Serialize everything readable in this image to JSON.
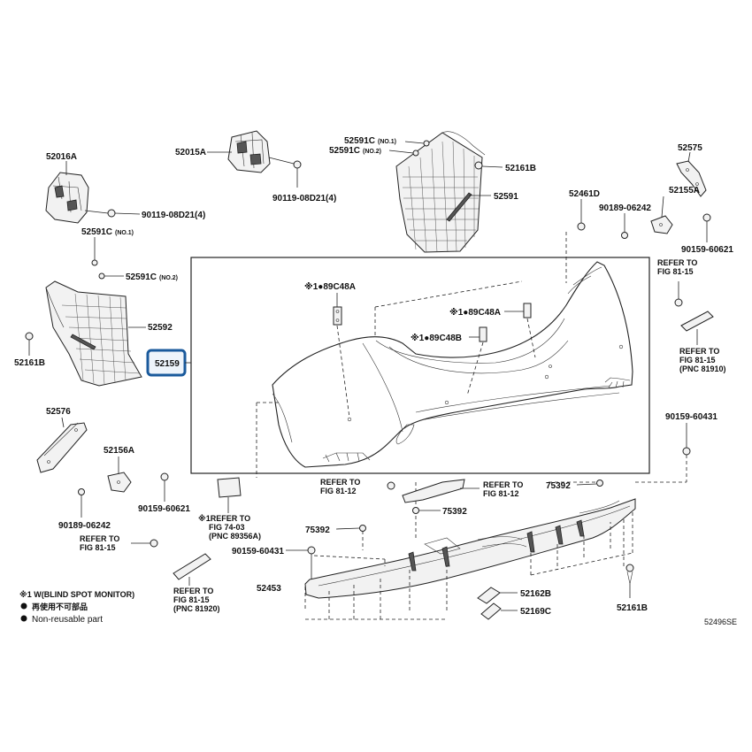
{
  "labels": {
    "p52016A": "52016A",
    "p90119a": "90119-08D21(4)",
    "p52015A": "52015A",
    "p90119b": "90119-08D21(4)",
    "p52591C_no1": "52591C",
    "p52591C_no1_note": "(NO.1)",
    "p52591C_no2": "52591C",
    "p52591C_no2_note": "(NO.2)",
    "p52591C_top1": "52591C",
    "p52591C_top1_note": "(NO.1)",
    "p52591C_top2": "52591C",
    "p52591C_top2_note": "(NO.2)",
    "p52161B_tr": "52161B",
    "p52591": "52591",
    "p52575": "52575",
    "p52461D": "52461D",
    "p90189a": "90189-06242",
    "p52155A": "52155A",
    "p90159a": "90159-60621",
    "p52592": "52592",
    "p52161B_l": "52161B",
    "p52159": "52159",
    "p89C48A_1": "※1●89C48A",
    "p89C48A_2": "※1●89C48A",
    "p89C48B": "※1●89C48B",
    "p52576": "52576",
    "p52156A": "52156A",
    "p90159b": "90159-60621",
    "p90189b": "90189-06242",
    "p90159c": "90159-60431",
    "p75392a": "75392",
    "p75392b": "75392",
    "p75392c": "75392",
    "p90159d": "90159-60431",
    "p52453": "52453",
    "p52162B": "52162B",
    "p52169C": "52169C",
    "p52161B_br": "52161B"
  },
  "refs": {
    "r1": [
      "REFER TO",
      "FIG 81-15"
    ],
    "r2": [
      "REFER TO",
      "FIG 81-15",
      "(PNC 81910)"
    ],
    "r3": [
      "REFER TO",
      "FIG 81-12"
    ],
    "r4": [
      "REFER TO",
      "FIG 81-12"
    ],
    "r5": [
      "※1REFER TO",
      "FIG 74-03",
      "(PNC 89356A)"
    ],
    "r6": [
      "REFER TO",
      "FIG 81-15"
    ],
    "r7": [
      "REFER TO",
      "FIG 81-15",
      "(PNC 81920)"
    ]
  },
  "legend": {
    "line1": "※1 W(BLIND SPOT MONITOR)",
    "line2": "再使用不可部品",
    "line3": "Non-reusable part"
  },
  "diagram_code": "52496SE",
  "colors": {
    "highlight": "#1a5a9c",
    "line": "#222222"
  }
}
